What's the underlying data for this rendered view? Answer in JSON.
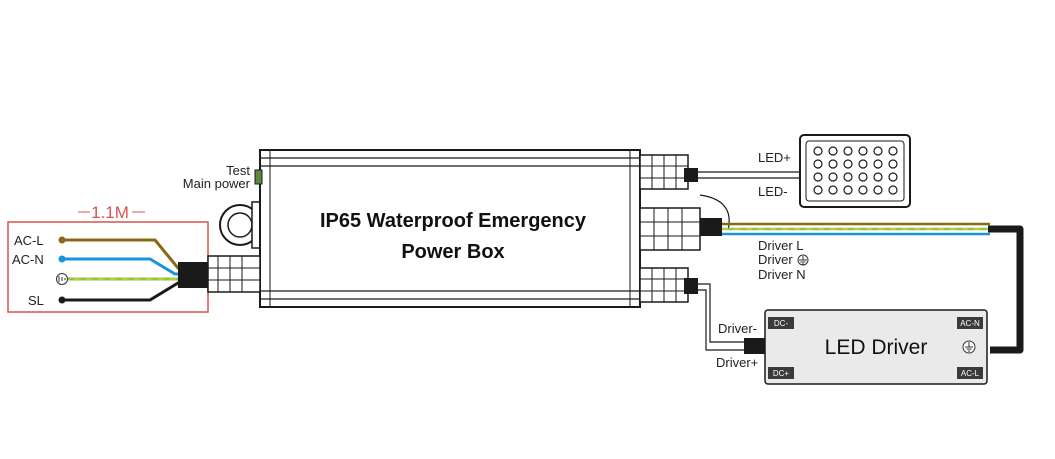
{
  "colors": {
    "ac_l": "#8B6914",
    "ac_n": "#1a93d9",
    "earth_green": "#8dc63f",
    "earth_yellow": "#e8d23a",
    "box_outline": "#1a1a1a",
    "callout_red": "#d9534f",
    "pad_dark": "#3a3a3a"
  },
  "power_box": {
    "title_line1": "IP65 Waterproof Emergency",
    "title_line2": "Power Box"
  },
  "side_labels": {
    "test": "Test",
    "main_power": "Main power"
  },
  "input_callout": {
    "length": "1.1M",
    "wires": [
      {
        "label": "AC-L",
        "color_key": "ac_l",
        "icon": ""
      },
      {
        "label": "AC-N",
        "color_key": "ac_n",
        "icon": ""
      },
      {
        "label": "",
        "color_key": "earth_green",
        "icon": "earth-ground-icon"
      },
      {
        "label": "SL",
        "color_key": "black",
        "icon": ""
      }
    ]
  },
  "led_panel": {
    "plus_label": "LED+",
    "minus_label": "LED-",
    "icon": "led-matrix-icon"
  },
  "driver_output_labels": {
    "l": "Driver L",
    "earth": "Driver",
    "n": "Driver N"
  },
  "dc_labels": {
    "minus": "Driver-",
    "plus": "Driver+"
  },
  "led_driver": {
    "title": "LED Driver",
    "terminals": {
      "dc_minus": "DC-",
      "dc_plus": "DC+",
      "ac_n": "AC-N",
      "ac_l": "AC-L"
    }
  }
}
